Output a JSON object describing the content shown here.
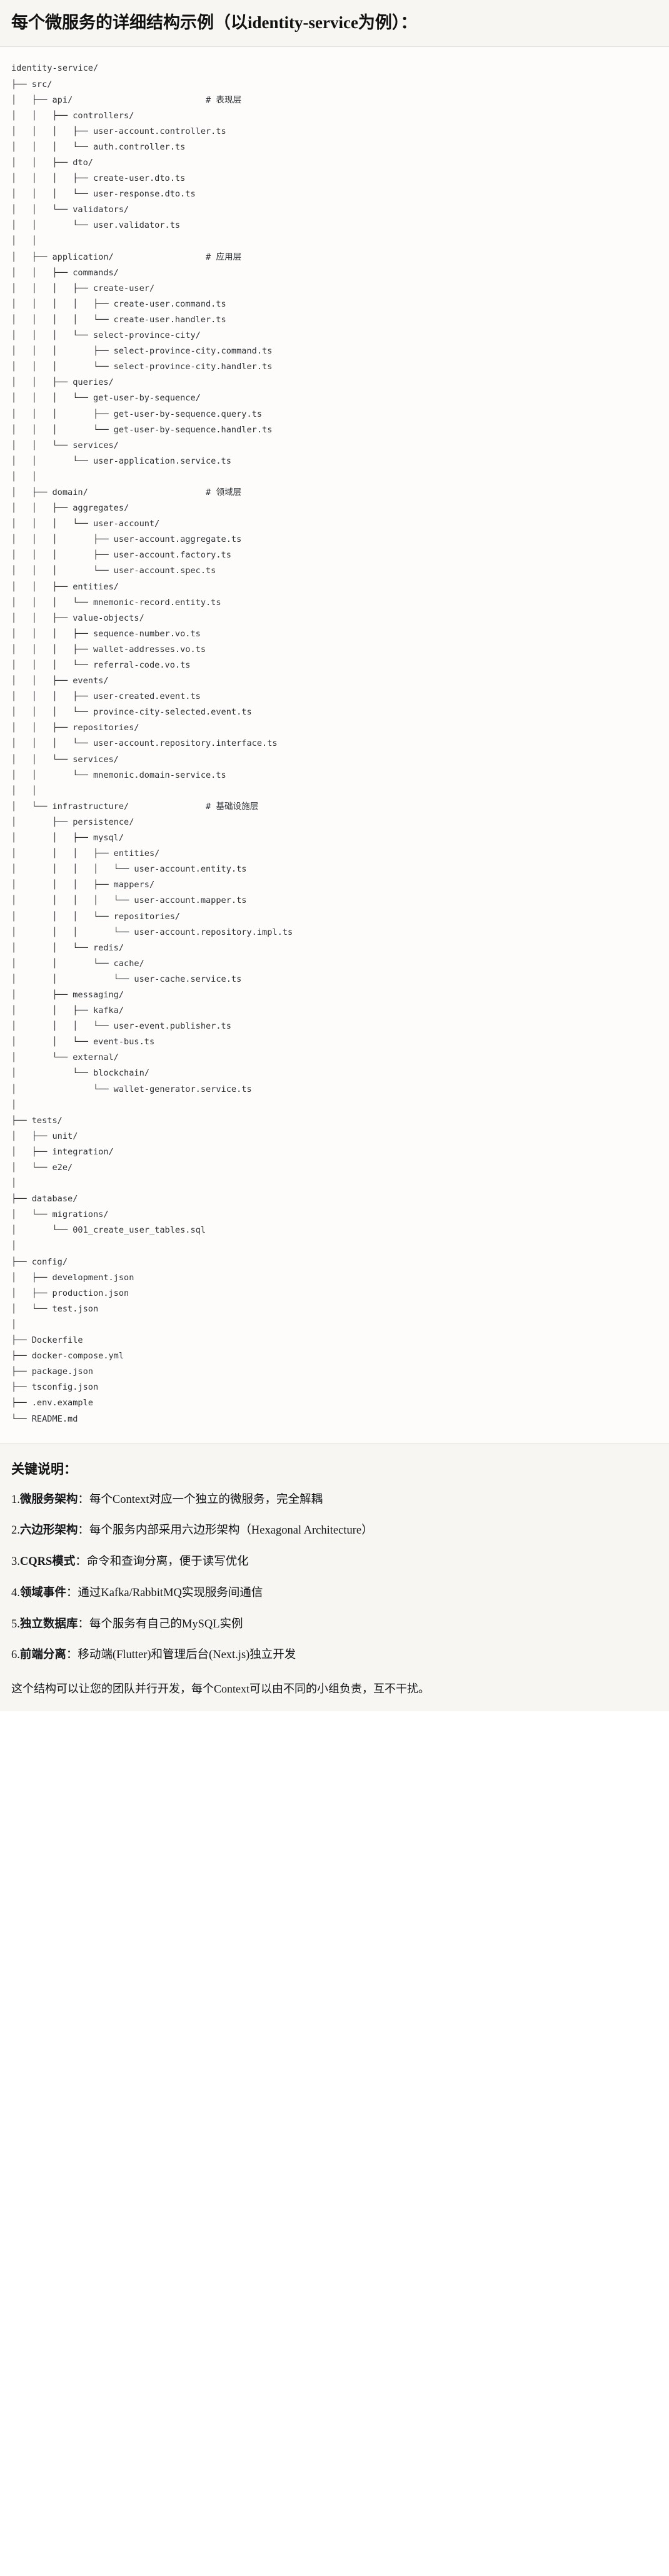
{
  "header": {
    "title": "每个微服务的详细结构示例（以identity-service为例）："
  },
  "tree": {
    "lines": [
      "identity-service/",
      "├── src/",
      "│   ├── api/                          # 表现层",
      "│   │   ├── controllers/",
      "│   │   │   ├── user-account.controller.ts",
      "│   │   │   └── auth.controller.ts",
      "│   │   ├── dto/",
      "│   │   │   ├── create-user.dto.ts",
      "│   │   │   └── user-response.dto.ts",
      "│   │   └── validators/",
      "│   │       └── user.validator.ts",
      "│   │",
      "│   ├── application/                  # 应用层",
      "│   │   ├── commands/",
      "│   │   │   ├── create-user/",
      "│   │   │   │   ├── create-user.command.ts",
      "│   │   │   │   └── create-user.handler.ts",
      "│   │   │   └── select-province-city/",
      "│   │   │       ├── select-province-city.command.ts",
      "│   │   │       └── select-province-city.handler.ts",
      "│   │   ├── queries/",
      "│   │   │   └── get-user-by-sequence/",
      "│   │   │       ├── get-user-by-sequence.query.ts",
      "│   │   │       └── get-user-by-sequence.handler.ts",
      "│   │   └── services/",
      "│   │       └── user-application.service.ts",
      "│   │",
      "│   ├── domain/                       # 领域层",
      "│   │   ├── aggregates/",
      "│   │   │   └── user-account/",
      "│   │   │       ├── user-account.aggregate.ts",
      "│   │   │       ├── user-account.factory.ts",
      "│   │   │       └── user-account.spec.ts",
      "│   │   ├── entities/",
      "│   │   │   └── mnemonic-record.entity.ts",
      "│   │   ├── value-objects/",
      "│   │   │   ├── sequence-number.vo.ts",
      "│   │   │   ├── wallet-addresses.vo.ts",
      "│   │   │   └── referral-code.vo.ts",
      "│   │   ├── events/",
      "│   │   │   ├── user-created.event.ts",
      "│   │   │   └── province-city-selected.event.ts",
      "│   │   ├── repositories/",
      "│   │   │   └── user-account.repository.interface.ts",
      "│   │   └── services/",
      "│   │       └── mnemonic.domain-service.ts",
      "│   │",
      "│   └── infrastructure/               # 基础设施层",
      "│       ├── persistence/",
      "│       │   ├── mysql/",
      "│       │   │   ├── entities/",
      "│       │   │   │   └── user-account.entity.ts",
      "│       │   │   ├── mappers/",
      "│       │   │   │   └── user-account.mapper.ts",
      "│       │   │   └── repositories/",
      "│       │   │       └── user-account.repository.impl.ts",
      "│       │   └── redis/",
      "│       │       └── cache/",
      "│       │           └── user-cache.service.ts",
      "│       ├── messaging/",
      "│       │   ├── kafka/",
      "│       │   │   └── user-event.publisher.ts",
      "│       │   └── event-bus.ts",
      "│       └── external/",
      "│           └── blockchain/",
      "│               └── wallet-generator.service.ts",
      "│",
      "├── tests/",
      "│   ├── unit/",
      "│   ├── integration/",
      "│   └── e2e/",
      "│",
      "├── database/",
      "│   └── migrations/",
      "│       └── 001_create_user_tables.sql",
      "│",
      "├── config/",
      "│   ├── development.json",
      "│   ├── production.json",
      "│   └── test.json",
      "│",
      "├── Dockerfile",
      "├── docker-compose.yml",
      "├── package.json",
      "├── tsconfig.json",
      "├── .env.example",
      "└── README.md"
    ],
    "layer_comments": [
      "# 表现层",
      "# 应用层",
      "# 领域层",
      "# 基础设施层"
    ]
  },
  "notes": {
    "heading": "关键说明：",
    "items": [
      {
        "index": "1.",
        "term": "微服务架构",
        "sep": "：",
        "desc": "每个Context对应一个独立的微服务，完全解耦"
      },
      {
        "index": "2.",
        "term": "六边形架构",
        "sep": "：",
        "desc": "每个服务内部采用六边形架构（Hexagonal Architecture）"
      },
      {
        "index": "3.",
        "term": "CQRS模式",
        "sep": "：",
        "desc": "命令和查询分离，便于读写优化"
      },
      {
        "index": "4.",
        "term": "领域事件",
        "sep": "：",
        "desc": "通过Kafka/RabbitMQ实现服务间通信"
      },
      {
        "index": "5.",
        "term": "独立数据库",
        "sep": "：",
        "desc": "每个服务有自己的MySQL实例"
      },
      {
        "index": "6.",
        "term": "前端分离",
        "sep": "：",
        "desc": "移动端(Flutter)和管理后台(Next.js)独立开发"
      }
    ],
    "closing": "这个结构可以让您的团队并行开发，每个Context可以由不同的小组负责，互不干扰。"
  }
}
